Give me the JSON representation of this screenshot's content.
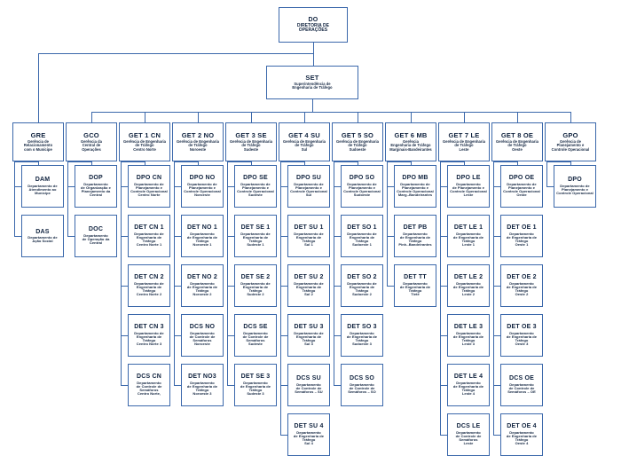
{
  "diagram": {
    "title_root": {
      "code": "DO",
      "desc": "DIRETORIA DE\nOPERAÇÕES"
    },
    "level1": {
      "code": "SET",
      "desc": "Superintendência de\nEngenharia de Tráfego"
    },
    "columns": [
      {
        "head": {
          "code": "GRE",
          "desc": "Gerência de\nRelacionamento\ncom o Munícipe"
        },
        "children": [
          {
            "code": "DAM",
            "desc": "Departamento de\nAtendimento ao\nMunícipe"
          },
          {
            "code": "DAS",
            "desc": "Departamento de\nAção Social"
          }
        ]
      },
      {
        "head": {
          "code": "GCO",
          "desc": "Gerência da\nCentral de\nOperações"
        },
        "children": [
          {
            "code": "DOP",
            "desc": "Departamento\nde Organização e\nPlanejamento da\nCentral"
          },
          {
            "code": "DOC",
            "desc": "Departamento\nde Operação da\nCentral"
          }
        ]
      },
      {
        "head": {
          "code": "GET 1 CN",
          "desc": "Gerência de Engenharia\nde Tráfego\nCentro Norte"
        },
        "children": [
          {
            "code": "DPO CN",
            "desc": "Departamento de\nPlanejamento e\nControle Operacional\nCentro Norte"
          },
          {
            "code": "DET CN 1",
            "desc": "Departamento de\nEngenharia de Tráfego\nCentro Norte 1"
          },
          {
            "code": "DET CN 2",
            "desc": "Departamento de\nEngenharia de Tráfego\nCentro Norte 2"
          },
          {
            "code": "DET CN 3",
            "desc": "Departamento de\nEngenharia de Tráfego\nCentro Norte 3"
          },
          {
            "code": "DCS CN",
            "desc": "Departamento\nde Controle de\nSemáforos\nCentro Norte,"
          }
        ]
      },
      {
        "head": {
          "code": "GET 2 NO",
          "desc": "Gerência de Engenharia\nde Tráfego\nNoroeste"
        },
        "children": [
          {
            "code": "DPO NO",
            "desc": "Departamento de\nPlanejamento e\nControle Operacional\nNoroeste"
          },
          {
            "code": "DET NO 1",
            "desc": "Departamento\nde Engenharia de\nTráfego\nNoroeste 1"
          },
          {
            "code": "DET NO 2",
            "desc": "Departamento\nde Engenharia de\nTráfego\nNoroeste 2"
          },
          {
            "code": "DCS NO",
            "desc": "Departamento\nde Controle de\nSemáforos\nNoroeste"
          },
          {
            "code": "DET NO3",
            "desc": "Departamento\nde Engenharia de\nTráfego\nNoroeste 3"
          }
        ]
      },
      {
        "head": {
          "code": "GET 3 SE",
          "desc": "Gerência de Engenharia\nde Tráfego\nSudeste"
        },
        "children": [
          {
            "code": "DPO SE",
            "desc": "Departamento de\nPlanejamento e\nControle Operacional\nSudeste"
          },
          {
            "code": "DET SE 1",
            "desc": "Departamento de\nEngenharia de\nTráfego\nSudeste 1"
          },
          {
            "code": "DET  SE 2",
            "desc": "Departamento de\nEngenharia de\nTráfego\nSudeste 2"
          },
          {
            "code": "DCS SE",
            "desc": "Departamento\nde Controle de\nSemáforos\nSudeste"
          },
          {
            "code": "DET SE 3",
            "desc": "Departamento\nde Engenharia de\nTráfego\nSudeste 3"
          }
        ]
      },
      {
        "head": {
          "code": "GET 4 SU",
          "desc": "Gerência de Engenharia\nde Tráfego\nSul"
        },
        "children": [
          {
            "code": "DPO SU",
            "desc": "Departamento de\nPlanejamento e\nControle Operacional\nSul"
          },
          {
            "code": "DET SU 1",
            "desc": "Departamento de\nEngenharia de\nTráfego\nSul 1"
          },
          {
            "code": "DET SU 2",
            "desc": "Departamento de\nEngenharia de\nTráfego\nSul 2"
          },
          {
            "code": "DET SU 3",
            "desc": "Departamento de\nEngenharia de\nTráfego\nSul 3"
          },
          {
            "code": "DCS SU",
            "desc": "Departamento\nde Controle de\nSemáforos – SU"
          },
          {
            "code": "DET SU 4",
            "desc": "Departamento\nde Engenharia de\nTráfego\nSul 4"
          }
        ]
      },
      {
        "head": {
          "code": "GET 5 SO",
          "desc": "Gerência de Engenharia\nde Tráfego\nSudoeste"
        },
        "children": [
          {
            "code": "DPO SO",
            "desc": "Departamento de\nPlanejamento e\nControle Operacional\nSudoeste"
          },
          {
            "code": "DET SO 1",
            "desc": "Departamento de\nEngenharia de\nTráfego\nSudoeste 1"
          },
          {
            "code": "DET SO 2",
            "desc": "Departamento  de\nEngenharia de\nTráfego\nSudoeste 2"
          },
          {
            "code": "DET SO 3",
            "desc": "Departamento\nde Engenharia de\nTráfego\nSudoeste 3"
          },
          {
            "code": "DCS SO",
            "desc": "Departamento\nde Controle de\nSemáforos – SO"
          }
        ]
      },
      {
        "head": {
          "code": "GET 6 MB",
          "desc": "Gerência\nEngenharia de Tráfego\nMarginais-Bandeirantes"
        },
        "children": [
          {
            "code": "DPO MB",
            "desc": "Departamento de\nPlanejamento e\nControle Operacional\nMarg.-Bandeirantes"
          },
          {
            "code": "DET PB",
            "desc": "Departamento\nde Engenharia de\nTráfego\nPinh.-Bandeirantes"
          },
          {
            "code": "DET TT",
            "desc": "Departamento\nde Engenharia de\nTráfego\nTietê"
          }
        ]
      },
      {
        "head": {
          "code": "GET 7 LE",
          "desc": "Gerência de Engenharia\nde Tráfego\nLeste"
        },
        "children": [
          {
            "code": "DPO LE",
            "desc": "Departamento\nde Planejamento e\nControle Operacional\nLeste"
          },
          {
            "code": "DET LE 1",
            "desc": "Departamento\nde Engenharia de\nTráfego\nLeste 1"
          },
          {
            "code": "DET LE 2",
            "desc": "Departamento\nde Engenharia de\nTráfego\nLeste 2"
          },
          {
            "code": "DET LE 3",
            "desc": "Departamento\nde Engenharia de\nTráfego\nLeste 3"
          },
          {
            "code": "DET LE 4",
            "desc": "Departamento\nde Engenharia de\nTráfego\nLeste 4"
          },
          {
            "code": "DCS LE",
            "desc": "Departamento\nde Controle de\nSemáforos\nLeste"
          }
        ]
      },
      {
        "head": {
          "code": "GET 8 OE",
          "desc": "Gerência de Engenharia\nde Tráfego\nOeste"
        },
        "children": [
          {
            "code": "DPO OE",
            "desc": "Departamento de\nPlanejamento e\nControle Operacional\nOeste"
          },
          {
            "code": "DET OE 1",
            "desc": "Departamento\nde Engenharia de\nTráfego\nOeste 1"
          },
          {
            "code": "DET OE 2",
            "desc": "Departamento\nde Engenharia de\nTráfego\nOeste 2"
          },
          {
            "code": "DET OE 3",
            "desc": "Departamento\nde Engenharia de\nTráfego\nOeste 3"
          },
          {
            "code": "DCS OE",
            "desc": "Departamento\nde Controle de\nSemáforos – OE"
          },
          {
            "code": "DET OE 4",
            "desc": "Departamento\nde Engenharia de\nTráfego\nOeste 4"
          }
        ]
      },
      {
        "head": {
          "code": "GPO",
          "desc": "Gerência de\nPlanejamento e\nControle  Operacional"
        },
        "children": [
          {
            "code": "DPO",
            "desc": "Departamento de\nPlanejamento e\nControle Operacional"
          }
        ]
      }
    ]
  },
  "style": {
    "line_color": "#3b68ab",
    "box_border": "#3b68ab",
    "text_color": "#10233f"
  }
}
